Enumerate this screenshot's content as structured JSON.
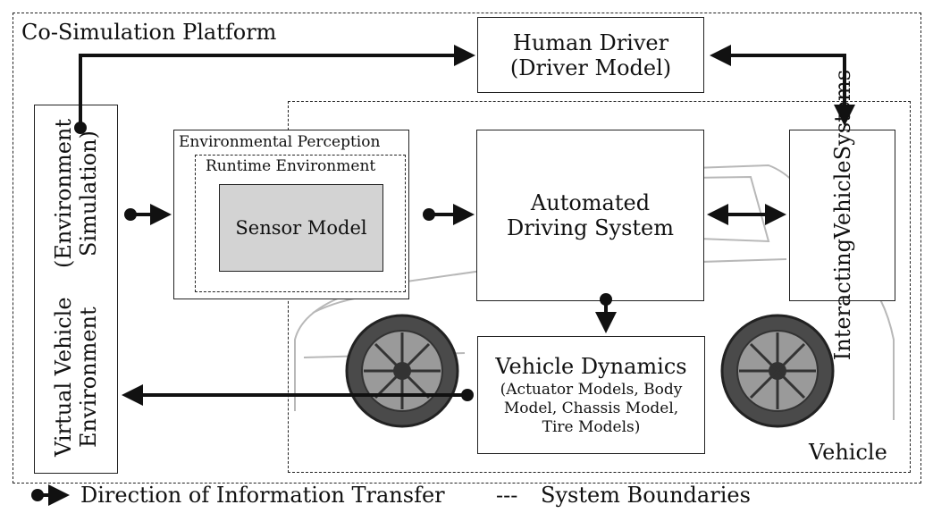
{
  "platform_label": "Co-Simulation Platform",
  "vehicle_label": "Vehicle",
  "human_driver": {
    "line1": "Human Driver",
    "line2": "(Driver Model)"
  },
  "virtual_env": {
    "line1": "Virtual Vehicle Environment",
    "line2": "(Environment Simulation)"
  },
  "env_perception": "Environmental Perception",
  "runtime_env": "Runtime Environment",
  "sensor_model": "Sensor Model",
  "ads": {
    "line1": "Automated",
    "line2": "Driving System"
  },
  "interacting": {
    "line1": "Interacting",
    "line2": "Vehicle",
    "line3": "Systems"
  },
  "dynamics": {
    "title": "Vehicle Dynamics",
    "line1": "(Actuator Models, Body",
    "line2": "Model, Chassis Model,",
    "line3": "Tire Models)"
  },
  "legend": {
    "arrow_text": "Direction of Information Transfer",
    "dash_symbol": "---",
    "dash_text": "System Boundaries"
  },
  "colors": {
    "sensor_fill": "#d3d3d3",
    "line": "#111111"
  }
}
